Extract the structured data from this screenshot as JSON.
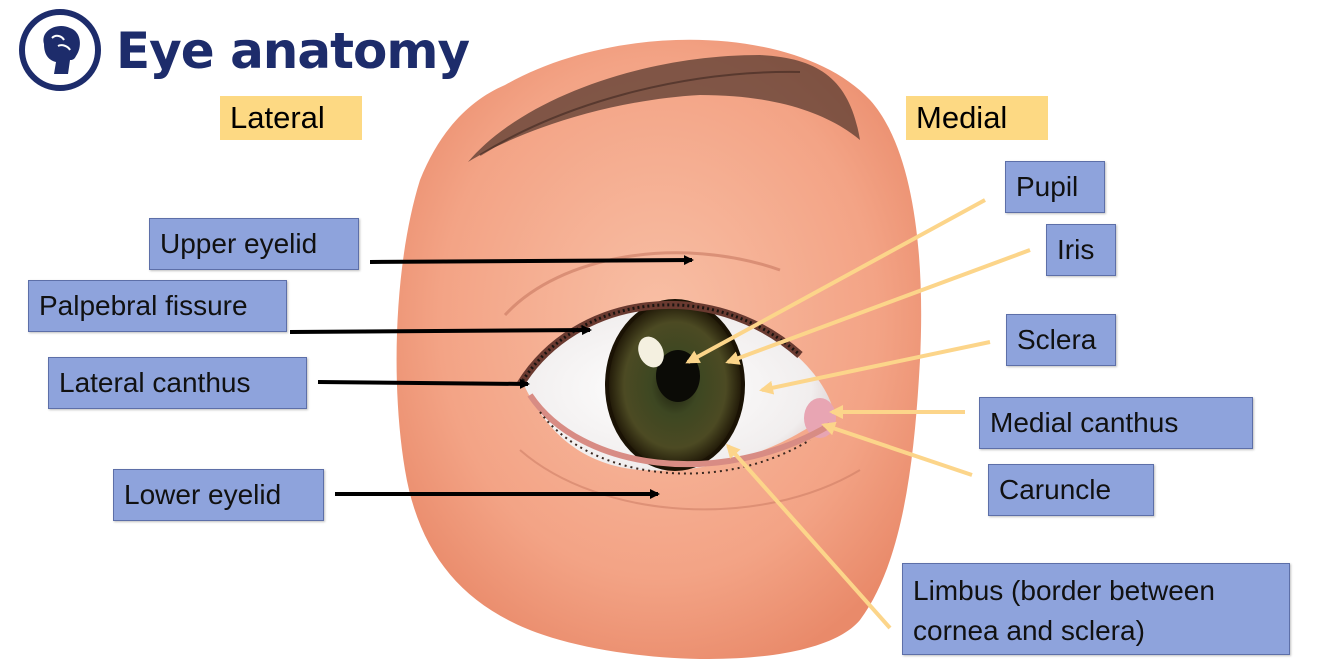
{
  "title": "Eye anatomy",
  "logo_icon": "brain-head-icon",
  "orientation": {
    "lateral": "Lateral",
    "medial": "Medial"
  },
  "labels": {
    "upper_eyelid": "Upper eyelid",
    "palpebral_fissure": "Palpebral fissure",
    "lateral_canthus": "Lateral canthus",
    "lower_eyelid": "Lower eyelid",
    "pupil": "Pupil",
    "iris": "Iris",
    "sclera": "Sclera",
    "medial_canthus": "Medial canthus",
    "caruncle": "Caruncle",
    "limbus_line1": "Limbus (border between",
    "limbus_line2": "cornea and sclera)"
  },
  "colors": {
    "title": "#1d2c6b",
    "label_box": "#8ea3dc",
    "orientation_box": "#fdd983",
    "left_arrows": "#000000",
    "right_arrows": "#fcd58a",
    "skin": "#f3a486",
    "iris": "#3c3a1c"
  }
}
